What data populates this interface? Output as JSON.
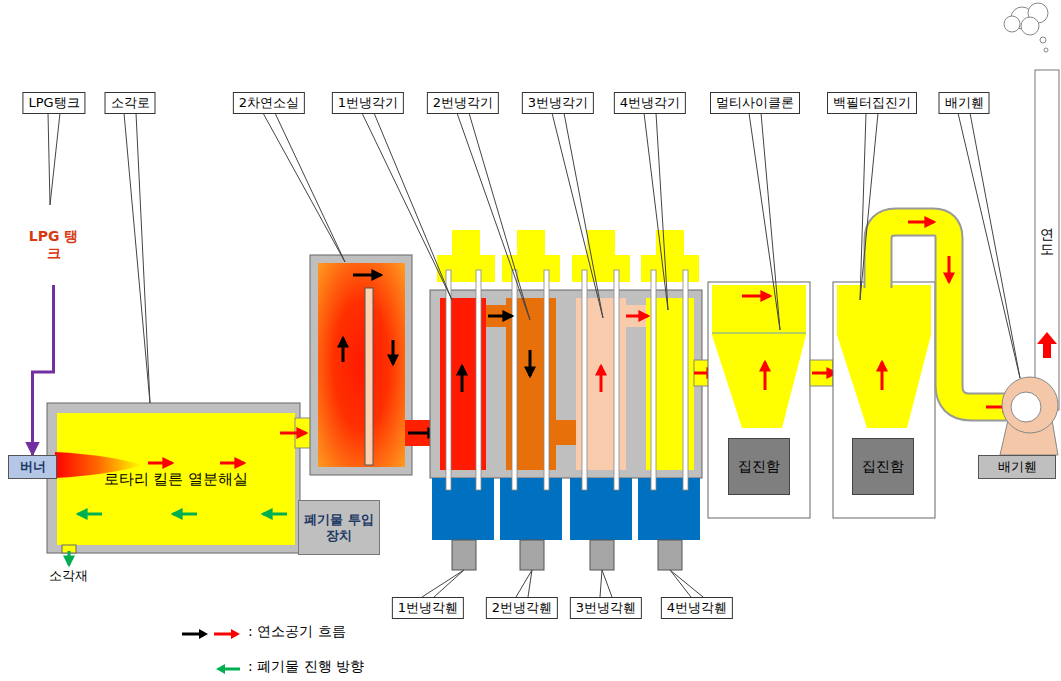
{
  "diagram": {
    "nodes": [
      {
        "text": [
          "LPG탱크"
        ]
      },
      {
        "text": [
          "소각로"
        ]
      },
      {
        "text": [
          "2차연소실"
        ]
      },
      {
        "text": [
          "1번냉각기"
        ]
      },
      {
        "text": [
          "2번냉각기"
        ]
      },
      {
        "text": [
          "3번냉각기"
        ]
      },
      {
        "text": [
          "4번냉각기"
        ]
      },
      {
        "text": [
          "멀티사이클론"
        ]
      },
      {
        "text": [
          "백필터집진기"
        ]
      },
      {
        "text": [
          "배기휀"
        ]
      },
      {
        "text": [
          "LPG 탱크"
        ]
      },
      {
        "text": [
          "연도"
        ]
      },
      {
        "text": [
          "버너"
        ]
      },
      {
        "text": [
          "로타리 킬른 열분해실"
        ]
      },
      {
        "text": [
          "집진함"
        ]
      },
      {
        "text": [
          "집진함"
        ]
      },
      {
        "text": [
          "폐기물 투입장치"
        ]
      },
      {
        "text": [
          "배기휀"
        ]
      },
      {
        "text": [
          "1번냉각휀"
        ]
      },
      {
        "text": [
          "2번냉각휀"
        ]
      },
      {
        "text": [
          "3번냉각휀"
        ]
      },
      {
        "text": [
          "4번냉각휀"
        ]
      }
    ],
    "edges": [
      {
        "from": 10,
        "to": 12,
        "arrow": "to"
      }
    ],
    "labels": [
      "소각재"
    ],
    "legend": [
      {
        "text": ": 연소공기 흐름"
      },
      {
        "text": ": 폐기물 진행 방향"
      }
    ]
  }
}
